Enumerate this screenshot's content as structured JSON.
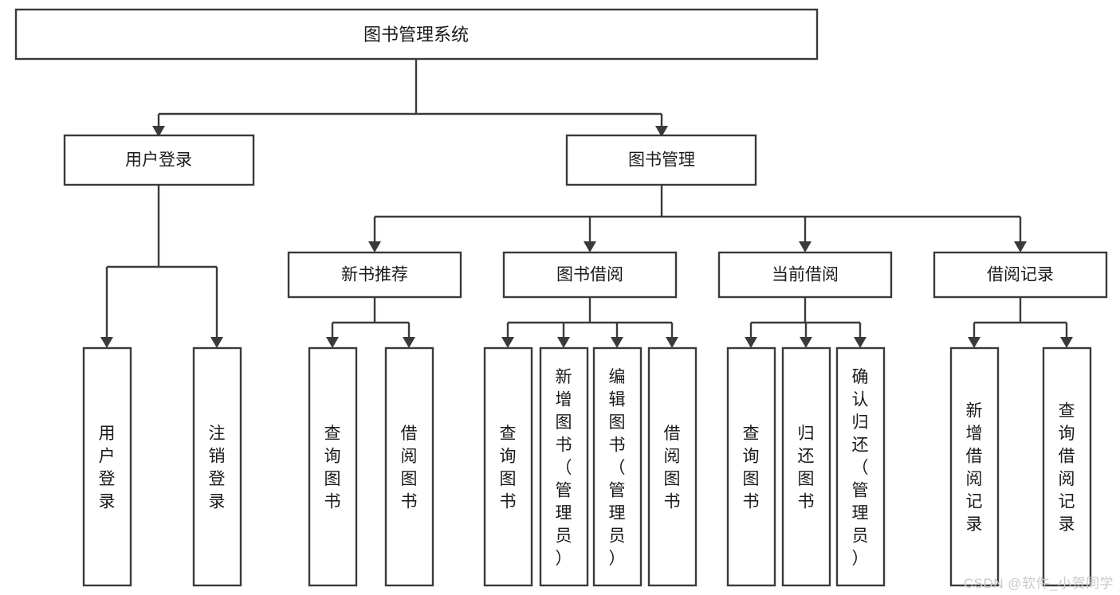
{
  "diagram": {
    "type": "tree-hierarchy-chart",
    "title_node": {
      "id": "root",
      "label": "图书管理系统"
    },
    "level2": [
      {
        "id": "login",
        "label": "用户登录"
      },
      {
        "id": "bookmgmt",
        "label": "图书管理"
      }
    ],
    "level3": [
      {
        "id": "newbook",
        "label": "新书推荐",
        "parent": "bookmgmt"
      },
      {
        "id": "borrow",
        "label": "图书借阅",
        "parent": "bookmgmt"
      },
      {
        "id": "current",
        "label": "当前借阅",
        "parent": "bookmgmt"
      },
      {
        "id": "records",
        "label": "借阅记录",
        "parent": "bookmgmt"
      }
    ],
    "leaves": [
      {
        "id": "leaf-user-login",
        "label": "用户登录",
        "parent": "login"
      },
      {
        "id": "leaf-logout",
        "label": "注销登录",
        "parent": "login"
      },
      {
        "id": "leaf-query-book-1",
        "label": "查询图书",
        "parent": "newbook"
      },
      {
        "id": "leaf-borrow-book-1",
        "label": "借阅图书",
        "parent": "newbook"
      },
      {
        "id": "leaf-query-book-2",
        "label": "查询图书",
        "parent": "borrow"
      },
      {
        "id": "leaf-add-book",
        "label": "新增图书（管理员）",
        "parent": "borrow"
      },
      {
        "id": "leaf-edit-book",
        "label": "编辑图书（管理员）",
        "parent": "borrow"
      },
      {
        "id": "leaf-borrow-book-2",
        "label": "借阅图书",
        "parent": "borrow"
      },
      {
        "id": "leaf-query-book-3",
        "label": "查询图书",
        "parent": "current"
      },
      {
        "id": "leaf-return-book",
        "label": "归还图书",
        "parent": "current"
      },
      {
        "id": "leaf-confirm-return",
        "label": "确认归还（管理员）",
        "parent": "current"
      },
      {
        "id": "leaf-add-record",
        "label": "新增借阅记录",
        "parent": "records"
      },
      {
        "id": "leaf-query-record",
        "label": "查询借阅记录",
        "parent": "records"
      }
    ],
    "colors": {
      "stroke": "#3a3a3a",
      "box_fill": "#ffffff",
      "text": "#1a1a1a",
      "background": "#ffffff",
      "watermark": "#c9c9c9"
    }
  },
  "watermark": {
    "text": "CSDN @软件_小贺同学"
  }
}
